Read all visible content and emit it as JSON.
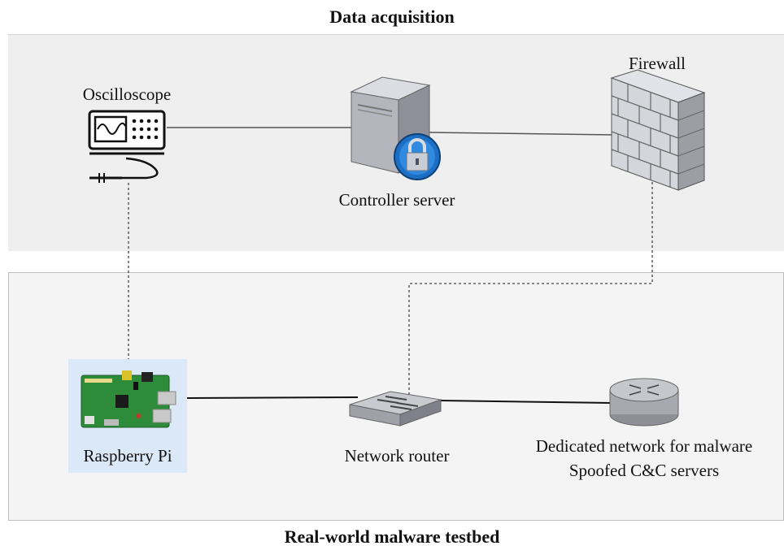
{
  "titles": {
    "top": "Data acquisition",
    "bottom": "Real-world malware testbed"
  },
  "nodes": {
    "oscilloscope": "Oscilloscope",
    "controller_server": "Controller server",
    "firewall": "Firewall",
    "raspberry_pi": "Raspberry Pi",
    "network_router": "Network router",
    "dedicated_network_line1": "Dedicated network for malware",
    "dedicated_network_line2": "Spoofed C&C servers"
  },
  "colors": {
    "panel_top": "#efefef",
    "panel_bottom": "#f4f4f4",
    "panel_border": "#cfcfcf",
    "line": "#444444",
    "pi_highlight": "#dbe8f7",
    "pi_board": "#2e8b3a",
    "lock_badge": "#1d6fc4"
  },
  "icons": [
    "oscilloscope-icon",
    "server-icon",
    "lock-icon",
    "firewall-icon",
    "raspberry-pi-icon",
    "router-icon",
    "network-device-icon"
  ]
}
